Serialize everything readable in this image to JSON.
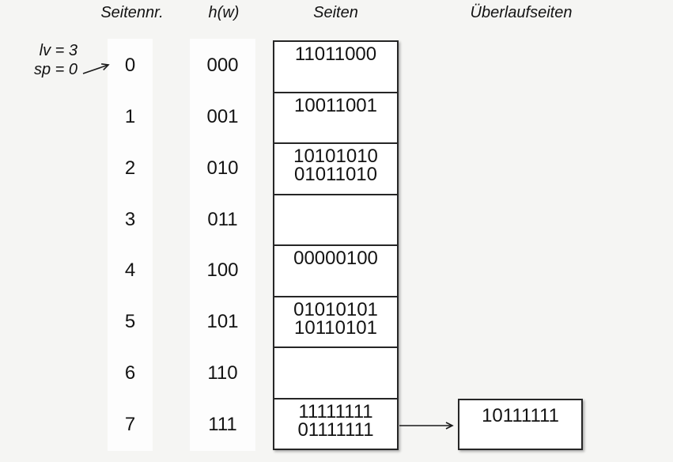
{
  "headers": {
    "page_number": "Seitennr.",
    "hash_function": "h(w)",
    "pages": "Seiten",
    "overflow_pages": "Überlaufseiten"
  },
  "annotation": {
    "level": "lv = 3",
    "split_pointer": "sp = 0"
  },
  "rows": [
    {
      "nr": "0",
      "hw": "000",
      "values": [
        "11011000"
      ]
    },
    {
      "nr": "1",
      "hw": "001",
      "values": [
        "10011001"
      ]
    },
    {
      "nr": "2",
      "hw": "010",
      "values": [
        "10101010",
        "01011010"
      ]
    },
    {
      "nr": "3",
      "hw": "011",
      "values": []
    },
    {
      "nr": "4",
      "hw": "100",
      "values": [
        "00000100"
      ]
    },
    {
      "nr": "5",
      "hw": "101",
      "values": [
        "01010101",
        "10110101"
      ]
    },
    {
      "nr": "6",
      "hw": "110",
      "values": []
    },
    {
      "nr": "7",
      "hw": "111",
      "values": [
        "11111111",
        "01111111"
      ]
    }
  ],
  "overflow": {
    "attached_to_row": "7",
    "values": [
      "10111111"
    ]
  },
  "colors": {
    "background": "#f5f5f3",
    "strip": "#fdfdfd",
    "box_fill": "#ffffff",
    "border": "#262626",
    "text": "#131313"
  }
}
